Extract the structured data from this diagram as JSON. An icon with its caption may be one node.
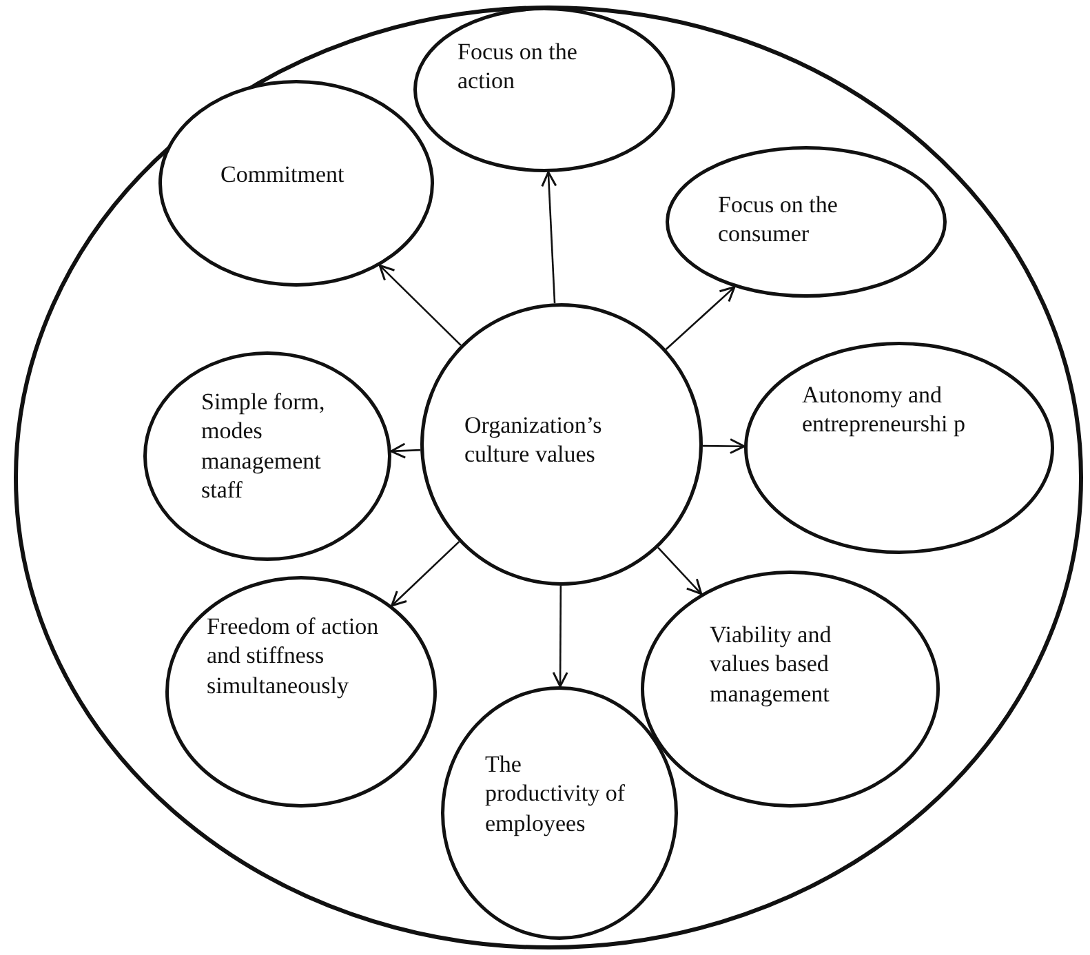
{
  "diagram": {
    "nodes": [
      {
        "text": [],
        "shape": "circle"
      },
      {
        "text": [
          "Focus on the action"
        ],
        "in": 0
      },
      {
        "text": [
          "Commitment"
        ],
        "in": 0
      },
      {
        "text": [
          "Focus on the consumer"
        ],
        "in": 0
      },
      {
        "text": [
          "Organization’s culture values"
        ],
        "in": 0
      },
      {
        "text": [
          "Simple form, modes management staff"
        ],
        "in": 0
      },
      {
        "text": [
          "Autonomy and entrepreneurshi p"
        ],
        "in": 0
      },
      {
        "text": [
          "Freedom of action and stiffness simultaneously"
        ],
        "in": 0
      },
      {
        "text": [
          "Viability and values based management"
        ],
        "in": 0
      },
      {
        "text": [
          "The productivity of employees"
        ],
        "in": 0
      }
    ],
    "edges": [
      {
        "from": 4,
        "to": 1,
        "arrow": "to"
      },
      {
        "from": 4,
        "to": 3,
        "arrow": "to"
      },
      {
        "from": 4,
        "to": 6,
        "arrow": "to"
      },
      {
        "from": 4,
        "to": 8,
        "arrow": "to"
      },
      {
        "from": 4,
        "to": 9,
        "arrow": "to"
      },
      {
        "from": 4,
        "to": 7,
        "arrow": "to"
      },
      {
        "from": 4,
        "to": 5,
        "arrow": "to"
      },
      {
        "from": 4,
        "to": 2,
        "arrow": "to"
      }
    ]
  }
}
